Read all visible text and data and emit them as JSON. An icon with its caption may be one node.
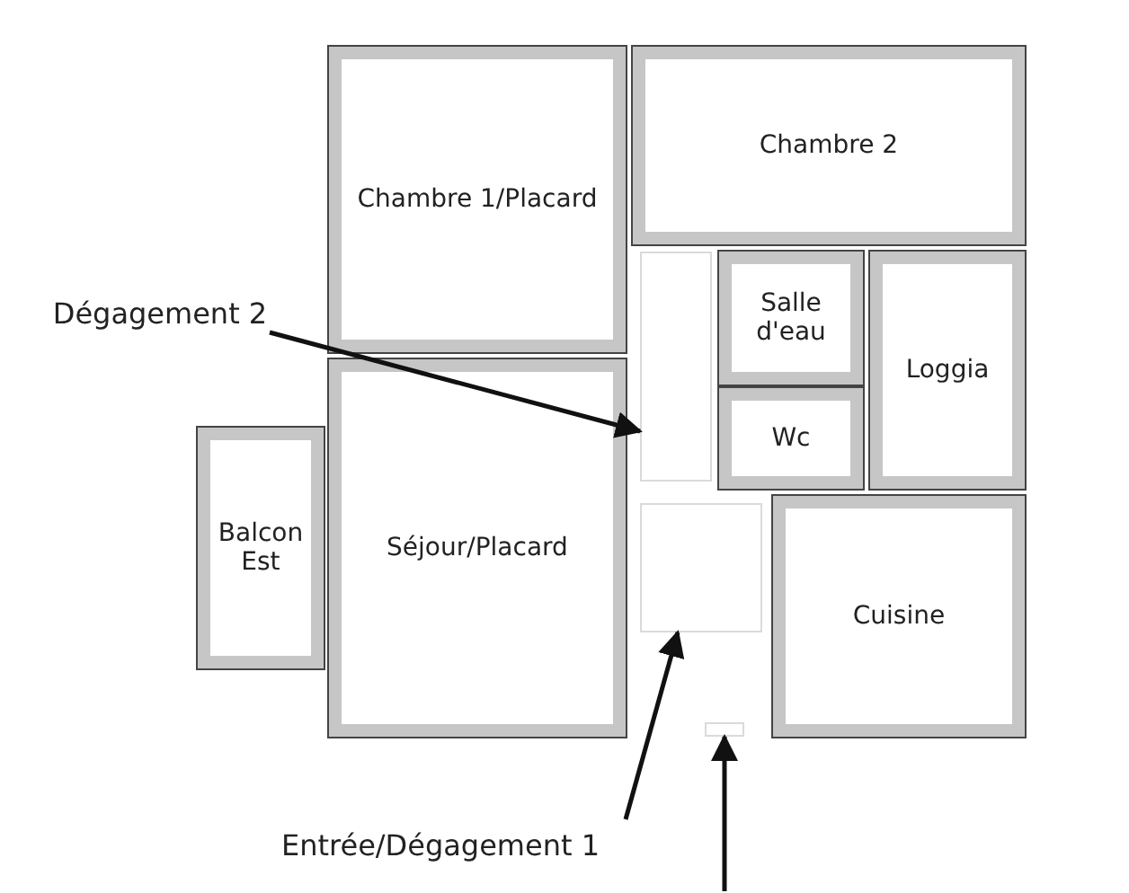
{
  "diagram": {
    "nodes": [
      {
        "text": [
          "Chambre 1/Placard"
        ]
      },
      {
        "text": [
          "Chambre 2"
        ]
      },
      {
        "text": [
          "Salle d'eau"
        ]
      },
      {
        "text": [
          "Loggia"
        ]
      },
      {
        "text": [
          "Wc"
        ]
      },
      {
        "text": [
          "Balcon Est"
        ]
      },
      {
        "text": [
          "Séjour/Placard"
        ]
      },
      {
        "text": [
          "Cuisine"
        ]
      },
      {
        "text": [
          "Dégagement 2"
        ]
      },
      {
        "text": [],
        "shape": "box"
      },
      {
        "text": [
          "Entrée/Dégagement 1"
        ]
      },
      {
        "text": [],
        "shape": "box"
      },
      {
        "text": [],
        "shape": "box"
      }
    ],
    "edges": [
      {
        "from": 8,
        "to": 9,
        "arrow": "to"
      },
      {
        "from": 10,
        "to": 11,
        "arrow": "to"
      },
      {
        "from": null,
        "to": 12,
        "arrow": "to"
      }
    ]
  }
}
